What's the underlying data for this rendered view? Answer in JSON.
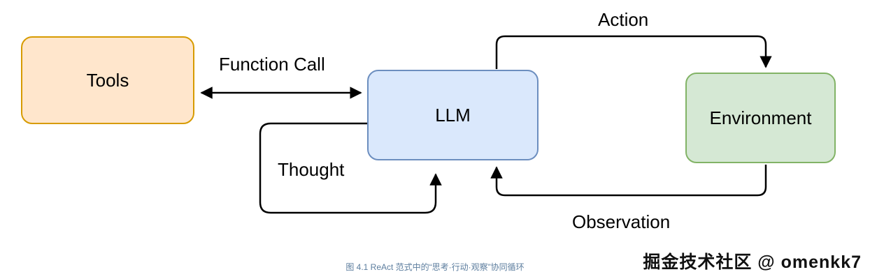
{
  "diagram": {
    "nodes": {
      "tools": {
        "label": "Tools",
        "fill": "#FFE6CC",
        "stroke": "#D79B00"
      },
      "llm": {
        "label": "LLM",
        "fill": "#DAE8FC",
        "stroke": "#6C8EBF"
      },
      "environment": {
        "label": "Environment",
        "fill": "#D5E8D4",
        "stroke": "#82B366"
      }
    },
    "edges": {
      "function_call": {
        "label": "Function Call"
      },
      "action": {
        "label": "Action"
      },
      "thought": {
        "label": "Thought"
      },
      "observation": {
        "label": "Observation"
      }
    },
    "line_color": "#000000"
  },
  "caption": {
    "text": "图 4.1 ReAct 范式中的“思考·行动·观察”协同循环",
    "color": "#5c7d9e"
  },
  "watermark": {
    "text": "掘金技术社区 @ omenkk7"
  }
}
